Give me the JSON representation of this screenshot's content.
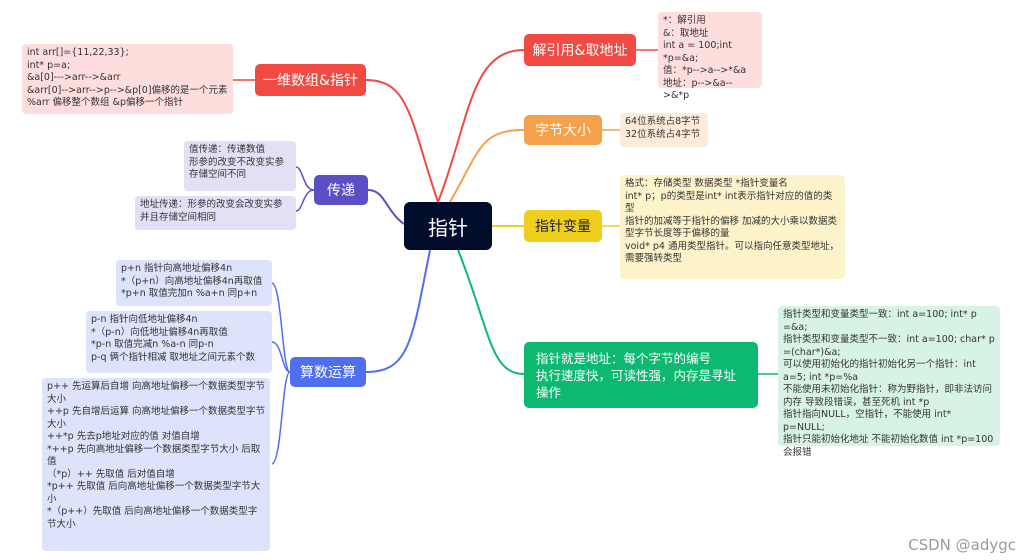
{
  "root": {
    "label": "指针"
  },
  "colors": {
    "root_bg": "#020C2B",
    "red": "#F04A43",
    "orange": "#F5A04A",
    "yellow": "#F0CE1E",
    "green": "#0DB870",
    "purple": "#5A4FC5",
    "blue": "#4F6FEF"
  },
  "branches": {
    "array_pointer": {
      "label": "一维数组&指针",
      "note": "int arr[]={11,22,33};\nint* p=a;\n&a[0]--->arr-->&arr\n&arr[0]-->arr-->p-->&p[0]偏移的是一个元素\n%arr 偏移整个数组 &p偏移一个指针"
    },
    "passing": {
      "label": "传递",
      "note_value": "值传递：传递数值\n形参的改变不改变实参\n存储空间不同",
      "note_address": "地址传递：形参的改变会改变实参\n并且存储空间相同"
    },
    "arithmetic": {
      "label": "算数运算",
      "note_plus": "p+n 指针向高地址偏移4n\n*（p+n）向高地址偏移4n再取值\n*p+n 取值完加n %a+n 同p+n",
      "note_minus": "p-n 指针向低地址偏移4n\n*（p-n）向低地址偏移4n再取值\n*p-n 取值完减n %a-n 同p-n\np-q 俩个指针相减 取地址之间元素个数",
      "note_incr": "p++ 先运算后自增 向高地址偏移一个数据类型字节大小\n++p 先自增后运算 向高地址偏移一个数据类型字节大小\n++*p 先去p地址对应的值 对值自增\n*++p 先向高地址偏移一个数据类型字节大小 后取值\n（*p）++ 先取值 后对值自增\n*p++ 先取值 后向高地址偏移一个数据类型字节大小\n*（p++）先取值 后向高地址偏移一个数据类型字节大小"
    },
    "deref": {
      "label": "解引用&取地址",
      "note": "*：解引用\n&：取地址\nint a = 100;int *p=&a;\n值：*p-->a-->*&a\n地址：p-->&a-->&*p"
    },
    "byte_size": {
      "label": "字节大小",
      "note": "64位系统占8字节\n32位系统占4字节"
    },
    "pointer_var": {
      "label": "指针变量",
      "note": "格式：存储类型 数据类型 *指针变量名\nint* p；p的类型是int* int表示指针对应的值的类型\n指针的加减等于指针的偏移 加减的大小乘以数据类型字节长度等于偏移的量\nvoid* p4 通用类型指针。可以指向任意类型地址，需要强转类型"
    },
    "address": {
      "label": "指针就是地址：每个字节的编号\n执行速度快，可读性强，内存是寻址操作",
      "note": "指针类型和变量类型一致：int a=100; int* p =&a;\n指针类型和变量类型不一致：int a=100; char* p =(char*)&a;\n可以使用初始化的指针初始化另一个指针：int a=5; int *p=%a\n不能使用未初始化指针：称为野指针，即非法访问内存 导致段错误，甚至死机 int *p\n指针指向NULL，空指针，不能使用 int* p=NULL;\n指针只能初始化地址 不能初始化数值 int *p=100 会报错"
    }
  },
  "watermark": "CSDN @adygc"
}
